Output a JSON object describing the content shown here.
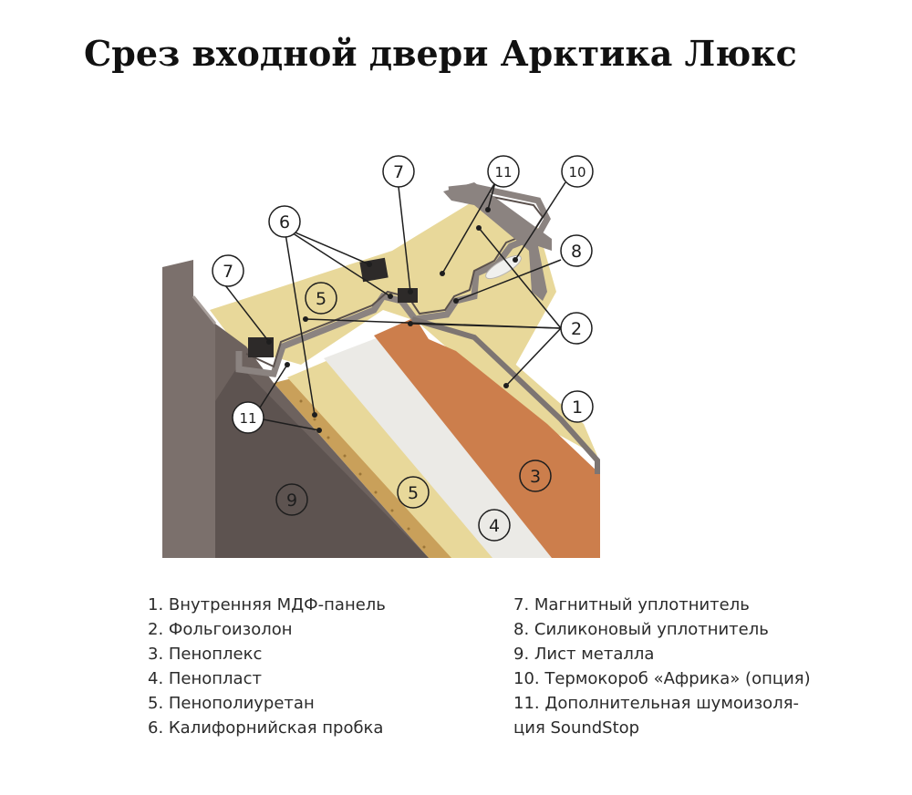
{
  "title": "Срез входной двери Арктика Люкс",
  "colors": {
    "metal": "#7b706c",
    "metal_dark": "#5a504c",
    "pu_foam": "#e8d89a",
    "mdf": "#cc7e4c",
    "foam_plastic": "#ebeae6",
    "cork": "#c9a05a",
    "frame_steel": "#8b8380"
  },
  "callouts": [
    {
      "num": "7"
    },
    {
      "num": "11"
    },
    {
      "num": "10"
    },
    {
      "num": "6"
    },
    {
      "num": "8"
    },
    {
      "num": "7"
    },
    {
      "num": "5"
    },
    {
      "num": "2"
    },
    {
      "num": "11"
    },
    {
      "num": "1"
    },
    {
      "num": "9"
    },
    {
      "num": "5"
    },
    {
      "num": "3"
    },
    {
      "num": "4"
    }
  ],
  "legend_left": [
    "1. Внутренняя МДФ-панель",
    "2. Фольгоизолон",
    "3. Пеноплекс",
    "4. Пенопласт",
    "5. Пенополиуретан",
    "6. Калифорнийская пробка"
  ],
  "legend_right": [
    "7. Магнитный уплотнитель",
    "8. Силиконовый уплотнитель",
    "9. Лист металла",
    "10. Термокороб «Африка» (опция)",
    "11. Дополнительная шумоизоля-",
    "ция SoundStop"
  ]
}
